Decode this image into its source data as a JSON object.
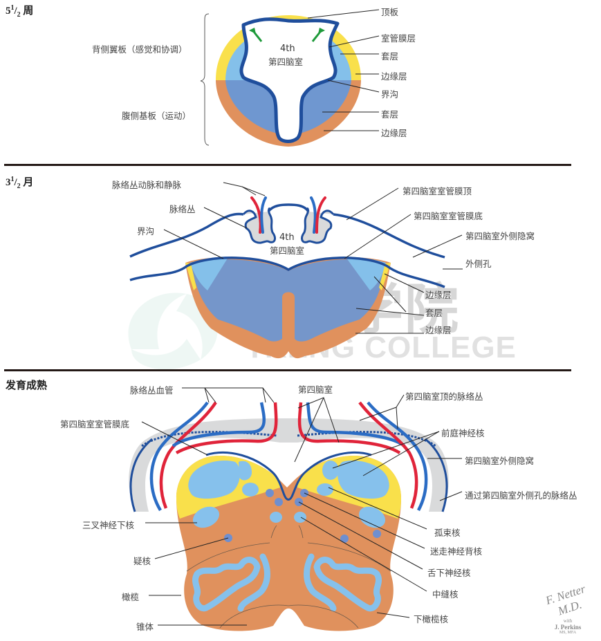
{
  "colors": {
    "ependymal_outline": "#1f4e9c",
    "alar_mantle": "#84c0ea",
    "basal_mantle": "#6f97d0",
    "alar_marginal": "#f9e04b",
    "basal_marginal": "#e0915d",
    "choroid_gray": "#d9dadb",
    "artery_red": "#e0243a",
    "vein_blue": "#2b6cc4",
    "nucleus_blue": "#86c1ec",
    "nucleus_dark": "#6f8fcf",
    "divider": "#231815"
  },
  "panel1": {
    "title_main": "5",
    "title_frac_num": "1",
    "title_frac_den": "2",
    "title_unit": "周",
    "ventricle_num": "4th",
    "ventricle_name": "第四脑室",
    "left_labels": {
      "alar": "背侧翼板（感觉和协调）",
      "basal": "腹侧基板（运动）"
    },
    "right_labels": [
      "顶板",
      "室管膜层",
      "套层",
      "边缘层",
      "界沟",
      "套层",
      "边缘层"
    ]
  },
  "panel2": {
    "title_main": "3",
    "title_frac_num": "1",
    "title_frac_den": "2",
    "title_unit": "月",
    "ventricle_num": "4th",
    "ventricle_name": "第四脑室",
    "labels": {
      "choroid_vessels": "脉络丛动脉和静脉",
      "choroid_plexus": "脉络丛",
      "sulcus_limitans": "界沟",
      "roof": "第四脑室室管膜顶",
      "floor": "第四脑室室管膜底",
      "lateral_recess": "第四脑室外侧隐窝",
      "lateral_aperture": "外侧孔",
      "marginal_1": "边缘层",
      "mantle": "套层",
      "marginal_2": "边缘层"
    }
  },
  "panel3": {
    "title": "发育成熟",
    "labels": {
      "choroid_vessels": "脉络丛血管",
      "fourth_ventricle": "第四脑室",
      "roof_plexus": "第四脑室顶的脉络丛",
      "ependymal_floor": "第四脑室室管膜底",
      "vestibular_nuclei": "前庭神经核",
      "lateral_recess": "第四脑室外侧隐窝",
      "plexus_through_aperture": "通过第四脑室外侧孔的脉络丛",
      "spinal_trigeminal": "三叉神经下核",
      "solitary": "孤束核",
      "ambiguus": "疑核",
      "dorsal_vagal": "迷走神经背核",
      "hypoglossal": "舌下神经核",
      "olive": "橄榄",
      "raphe": "中缝核",
      "inferior_olivary": "下橄榄核",
      "pyramid": "锥体"
    }
  },
  "watermark": {
    "cn": "腾康学院",
    "en": "TKENG COLLEGE"
  },
  "signature": {
    "name": "F. Netter M.D.",
    "with": "with",
    "coauthor": "J. Perkins",
    "credentials": "MS, MFA"
  }
}
